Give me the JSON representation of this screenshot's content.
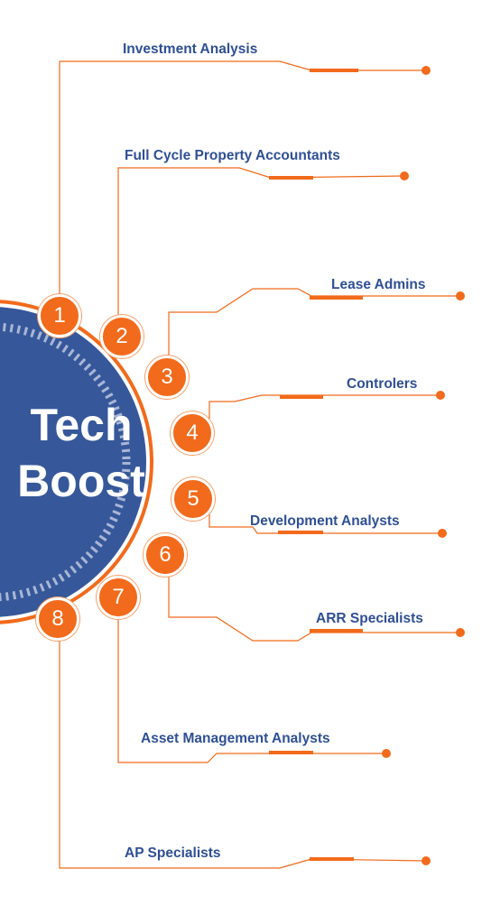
{
  "colors": {
    "hub": "#36589a",
    "accent": "#f26a1b",
    "label": "#2f4f95"
  },
  "hub": {
    "line1": "Tech",
    "line2": "Boost"
  },
  "nodes": [
    {
      "number": "1",
      "label": "Investment Analysis"
    },
    {
      "number": "2",
      "label": "Full Cycle Property Accountants"
    },
    {
      "number": "3",
      "label": "Lease Admins"
    },
    {
      "number": "4",
      "label": "Controlers"
    },
    {
      "number": "5",
      "label": "Development Analysts"
    },
    {
      "number": "6",
      "label": "ARR Specialists"
    },
    {
      "number": "7",
      "label": "Asset Management Analysts"
    },
    {
      "number": "8",
      "label": "AP Specialists"
    }
  ]
}
